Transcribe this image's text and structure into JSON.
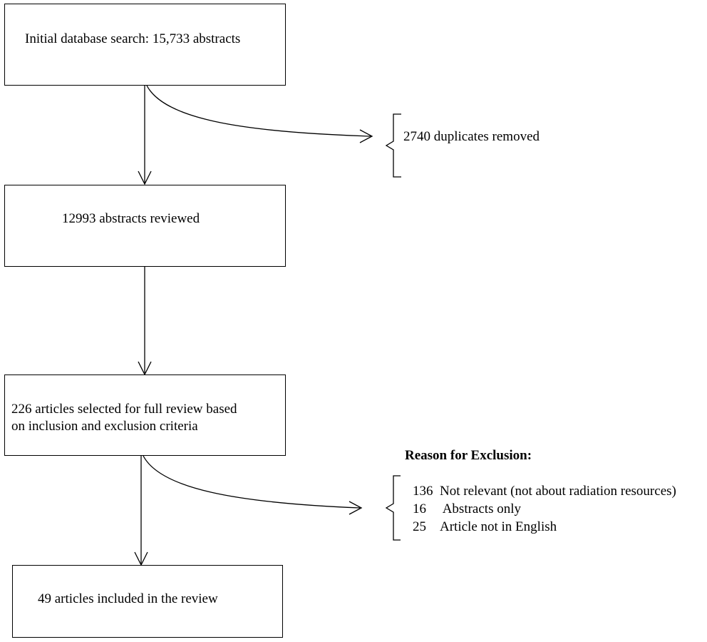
{
  "flow": {
    "search": "Initial database  search: 15,733 abstracts",
    "reviewed": "12993 abstracts reviewed",
    "selected_line1": "226 articles selected for full review based",
    "selected_line2": "on inclusion and exclusion criteria",
    "included": "49 articles included in the review"
  },
  "duplicates": "2740 duplicates removed",
  "exclusion": {
    "heading": "Reason for Exclusion:",
    "items": [
      {
        "count": "136",
        "reason": "Not relevant (not about radiation resources)"
      },
      {
        "count": "16",
        "reason": " Abstracts only"
      },
      {
        "count": "25",
        "reason": "Article not in English"
      }
    ]
  }
}
